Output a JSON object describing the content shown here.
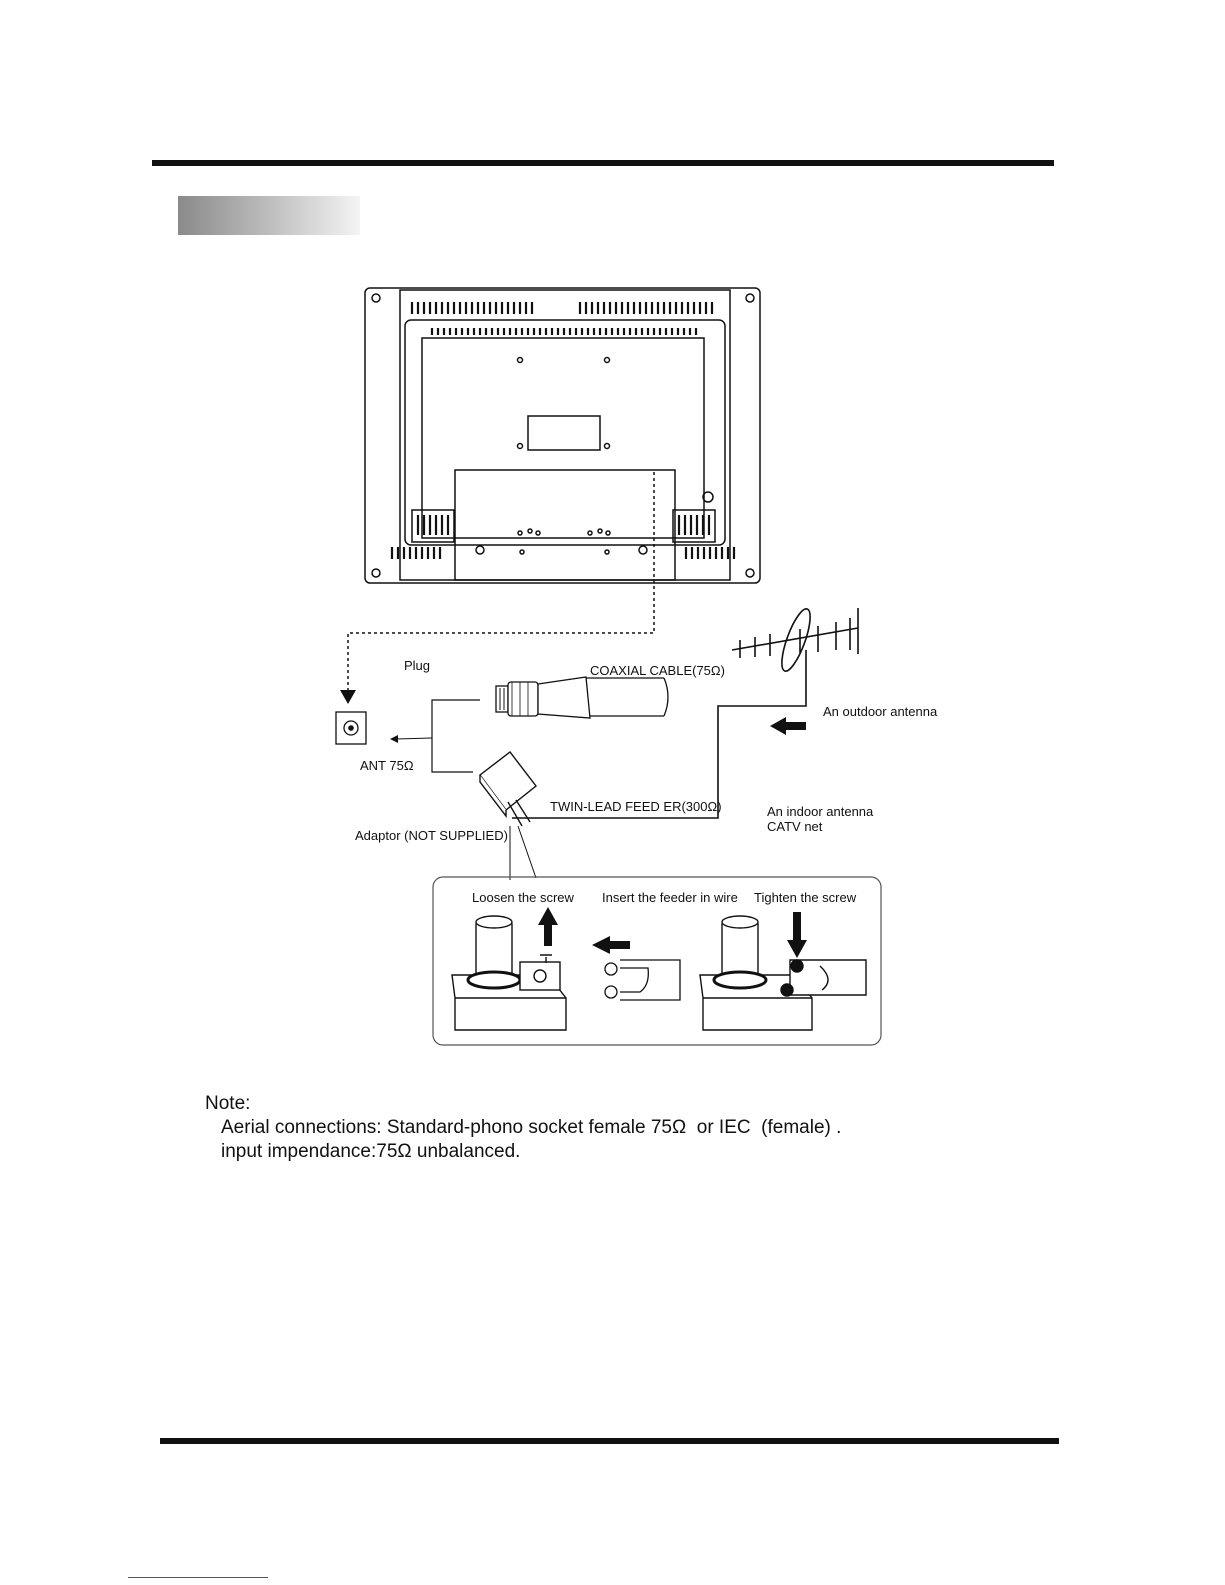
{
  "diagram": {
    "labels": {
      "plug": "Plug",
      "coaxial": "COAXIAL CABLE(75Ω)",
      "outdoor": "An outdoor antenna",
      "ant": "ANT 75Ω",
      "twin_lead": "TWIN-LEAD FEED ER(300Ω)",
      "indoor": "An indoor antenna",
      "catv": "CATV net",
      "adaptor": "Adaptor (NOT SUPPLIED)"
    },
    "steps": {
      "loosen": "Loosen the screw",
      "insert": "Insert the feeder in wire",
      "tighten": "Tighten the screw"
    }
  },
  "note": {
    "heading": "Note:",
    "line1": "Aerial connections: Standard-phono socket female 75Ω  or IEC  (female) .",
    "line2": "input impendance:75Ω unbalanced."
  }
}
